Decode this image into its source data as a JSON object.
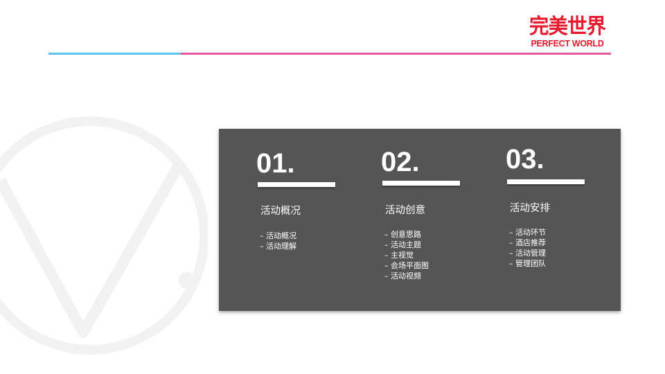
{
  "logo": {
    "cn": "完美世界",
    "en": "PERFECT WORLD",
    "color": "#e8192c"
  },
  "header": {
    "line_left_color": "#5bc4ef",
    "line_right_color": "#e5579a"
  },
  "card": {
    "background": "#555555",
    "columns": [
      {
        "number": "01.",
        "title": "活动概况",
        "items": [
          "活动概况",
          "活动理解"
        ]
      },
      {
        "number": "02.",
        "title": "活动创意",
        "items": [
          "创意思路",
          "活动主题",
          "主视觉",
          "会场平面图",
          "活动视频"
        ]
      },
      {
        "number": "03.",
        "title": "活动安排",
        "items": [
          "活动环节",
          "酒店推荐",
          "活动管理",
          "管理团队"
        ]
      }
    ]
  }
}
